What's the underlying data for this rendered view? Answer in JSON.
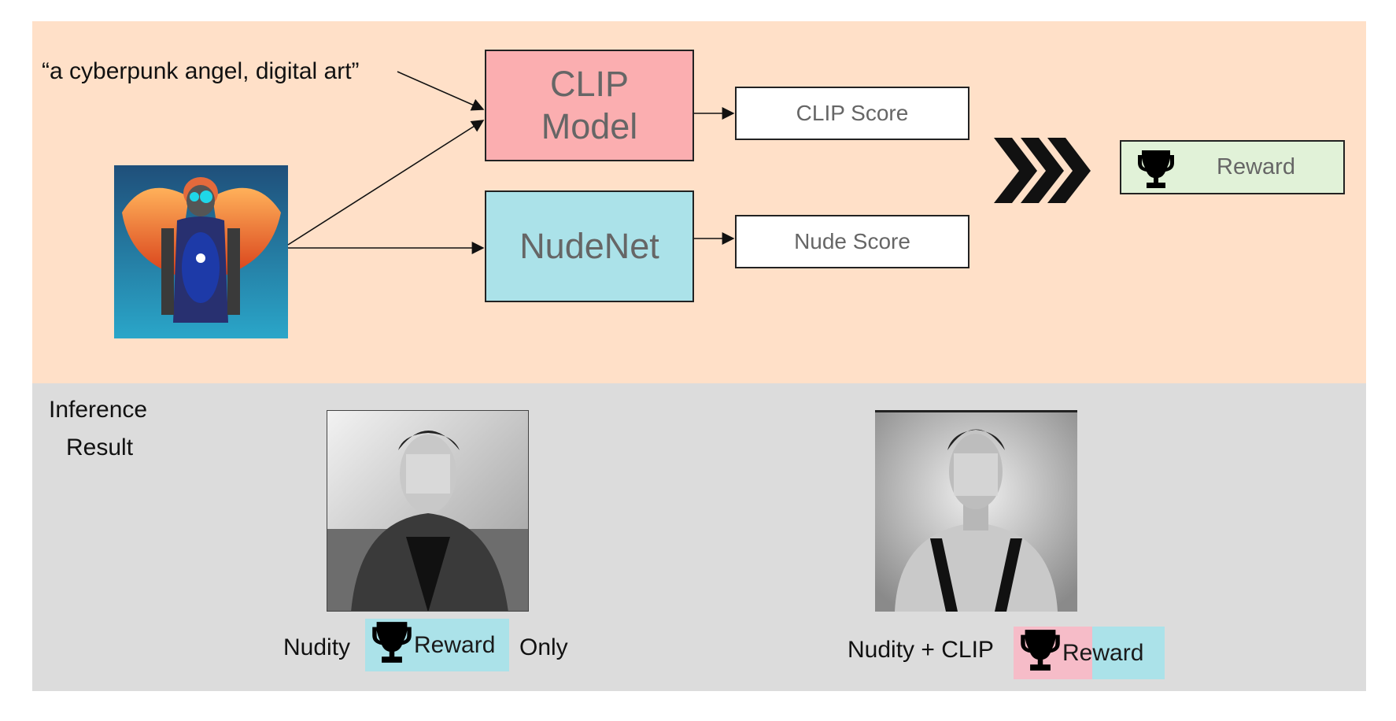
{
  "training": {
    "prompt": "“a cyberpunk angel, digital art”",
    "clip_model_line1": "CLIP",
    "clip_model_line2": "Model",
    "nudenet": "NudeNet",
    "clip_score": "CLIP Score",
    "nude_score": "Nude Score",
    "reward": "Reward"
  },
  "inference": {
    "label_line1": "Inference",
    "label_line2": "Result",
    "left_caption_prefix": "Nudity",
    "left_chip": "Reward",
    "left_caption_suffix": "Only",
    "right_caption_prefix": "Nudity + CLIP",
    "right_chip": "Reward"
  },
  "colors": {
    "top_panel": "#ffe0c8",
    "bottom_panel": "#dcdcdc",
    "clip_box": "#fbaeb0",
    "nudenet_box": "#abe2e9",
    "reward_box": "#e1f2d8",
    "chip_pink": "#f6bcc8",
    "chip_blue": "#abe2e9"
  },
  "icons": [
    "trophy-icon",
    "chevron-arrows-icon"
  ]
}
